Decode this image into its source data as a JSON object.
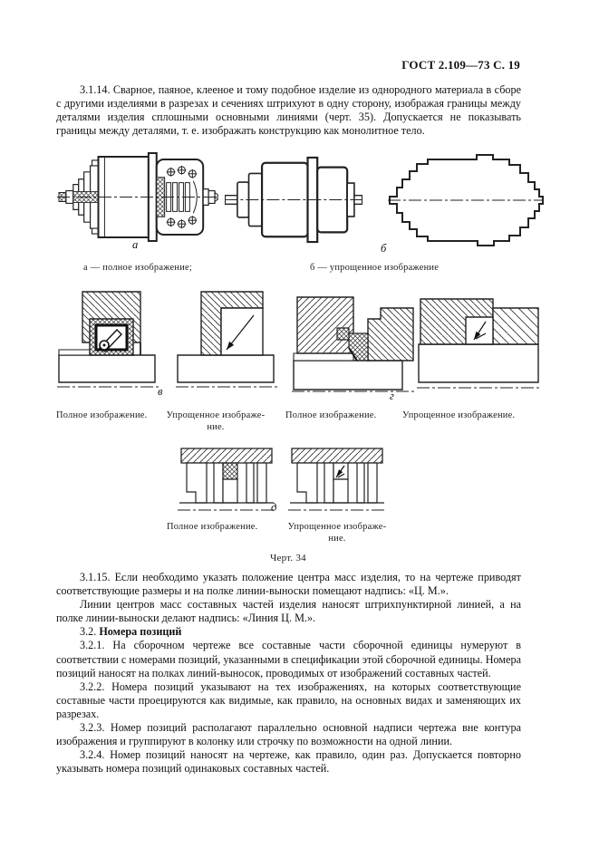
{
  "header": {
    "title": "ГОСТ 2.109—73 С. 19"
  },
  "paragraphs": {
    "p3_1_14": "3.1.14. Сварное, паяное, клееное и тому подобное изделие из однородного материала в сборе с другими изделиями в разрезах и сечениях штрихуют в одну сторону, изображая границы между деталями изделия сплошными основными линиями (черт. 35). Допускается не показывать границы между деталями, т. е. изображать конструкцию как монолитное тело.",
    "p3_1_15": "3.1.15. Если необходимо указать положение центра масс изделия, то на чертеже приводят соответствующие размеры и на полке линии-выноски помещают надпись: «Ц. М.».",
    "p_center_lines": "Линии центров масс составных частей изделия наносят штрихпунктирной линией, а на полке линии-выноски делают надпись: «Линия Ц. М.».",
    "h3_2_num": "3.2. ",
    "h3_2_title": "Номера позиций",
    "p3_2_1": "3.2.1. На сборочном чертеже все составные части сборочной единицы нумеруют в соответствии с номерами позиций, указанными в спецификации этой сборочной единицы. Номера позиций наносят на полках линий-выносок, проводимых от изображений составных частей.",
    "p3_2_2": "3.2.2. Номера позиций указывают на тех изображениях, на которых соответствующие составные части проецируются как видимые, как правило, на основных видах и заменяющих их разрезах.",
    "p3_2_3": "3.2.3. Номер позиций располагают параллельно основной надписи чертежа вне контура изображения и группируют в колонку или строчку по возможности на одной линии.",
    "p3_2_4": "3.2.4. Номер позиций наносят на чертеже, как правило, один раз. Допускается повторно указывать номера позиций одинаковых составных частей."
  },
  "figure": {
    "labels": {
      "a": "а",
      "b": "б",
      "v": "в",
      "g": "г",
      "d": "д"
    },
    "captions": {
      "a": "а — полное изображение;",
      "b": "б — упрощенное изображение",
      "full": "Полное изображение.",
      "simplified": "Упрощенное изображение.",
      "simplified_line1": "Упрощенное изображе-",
      "simplified_line2": "ние.",
      "number": "Черт. 34"
    }
  }
}
